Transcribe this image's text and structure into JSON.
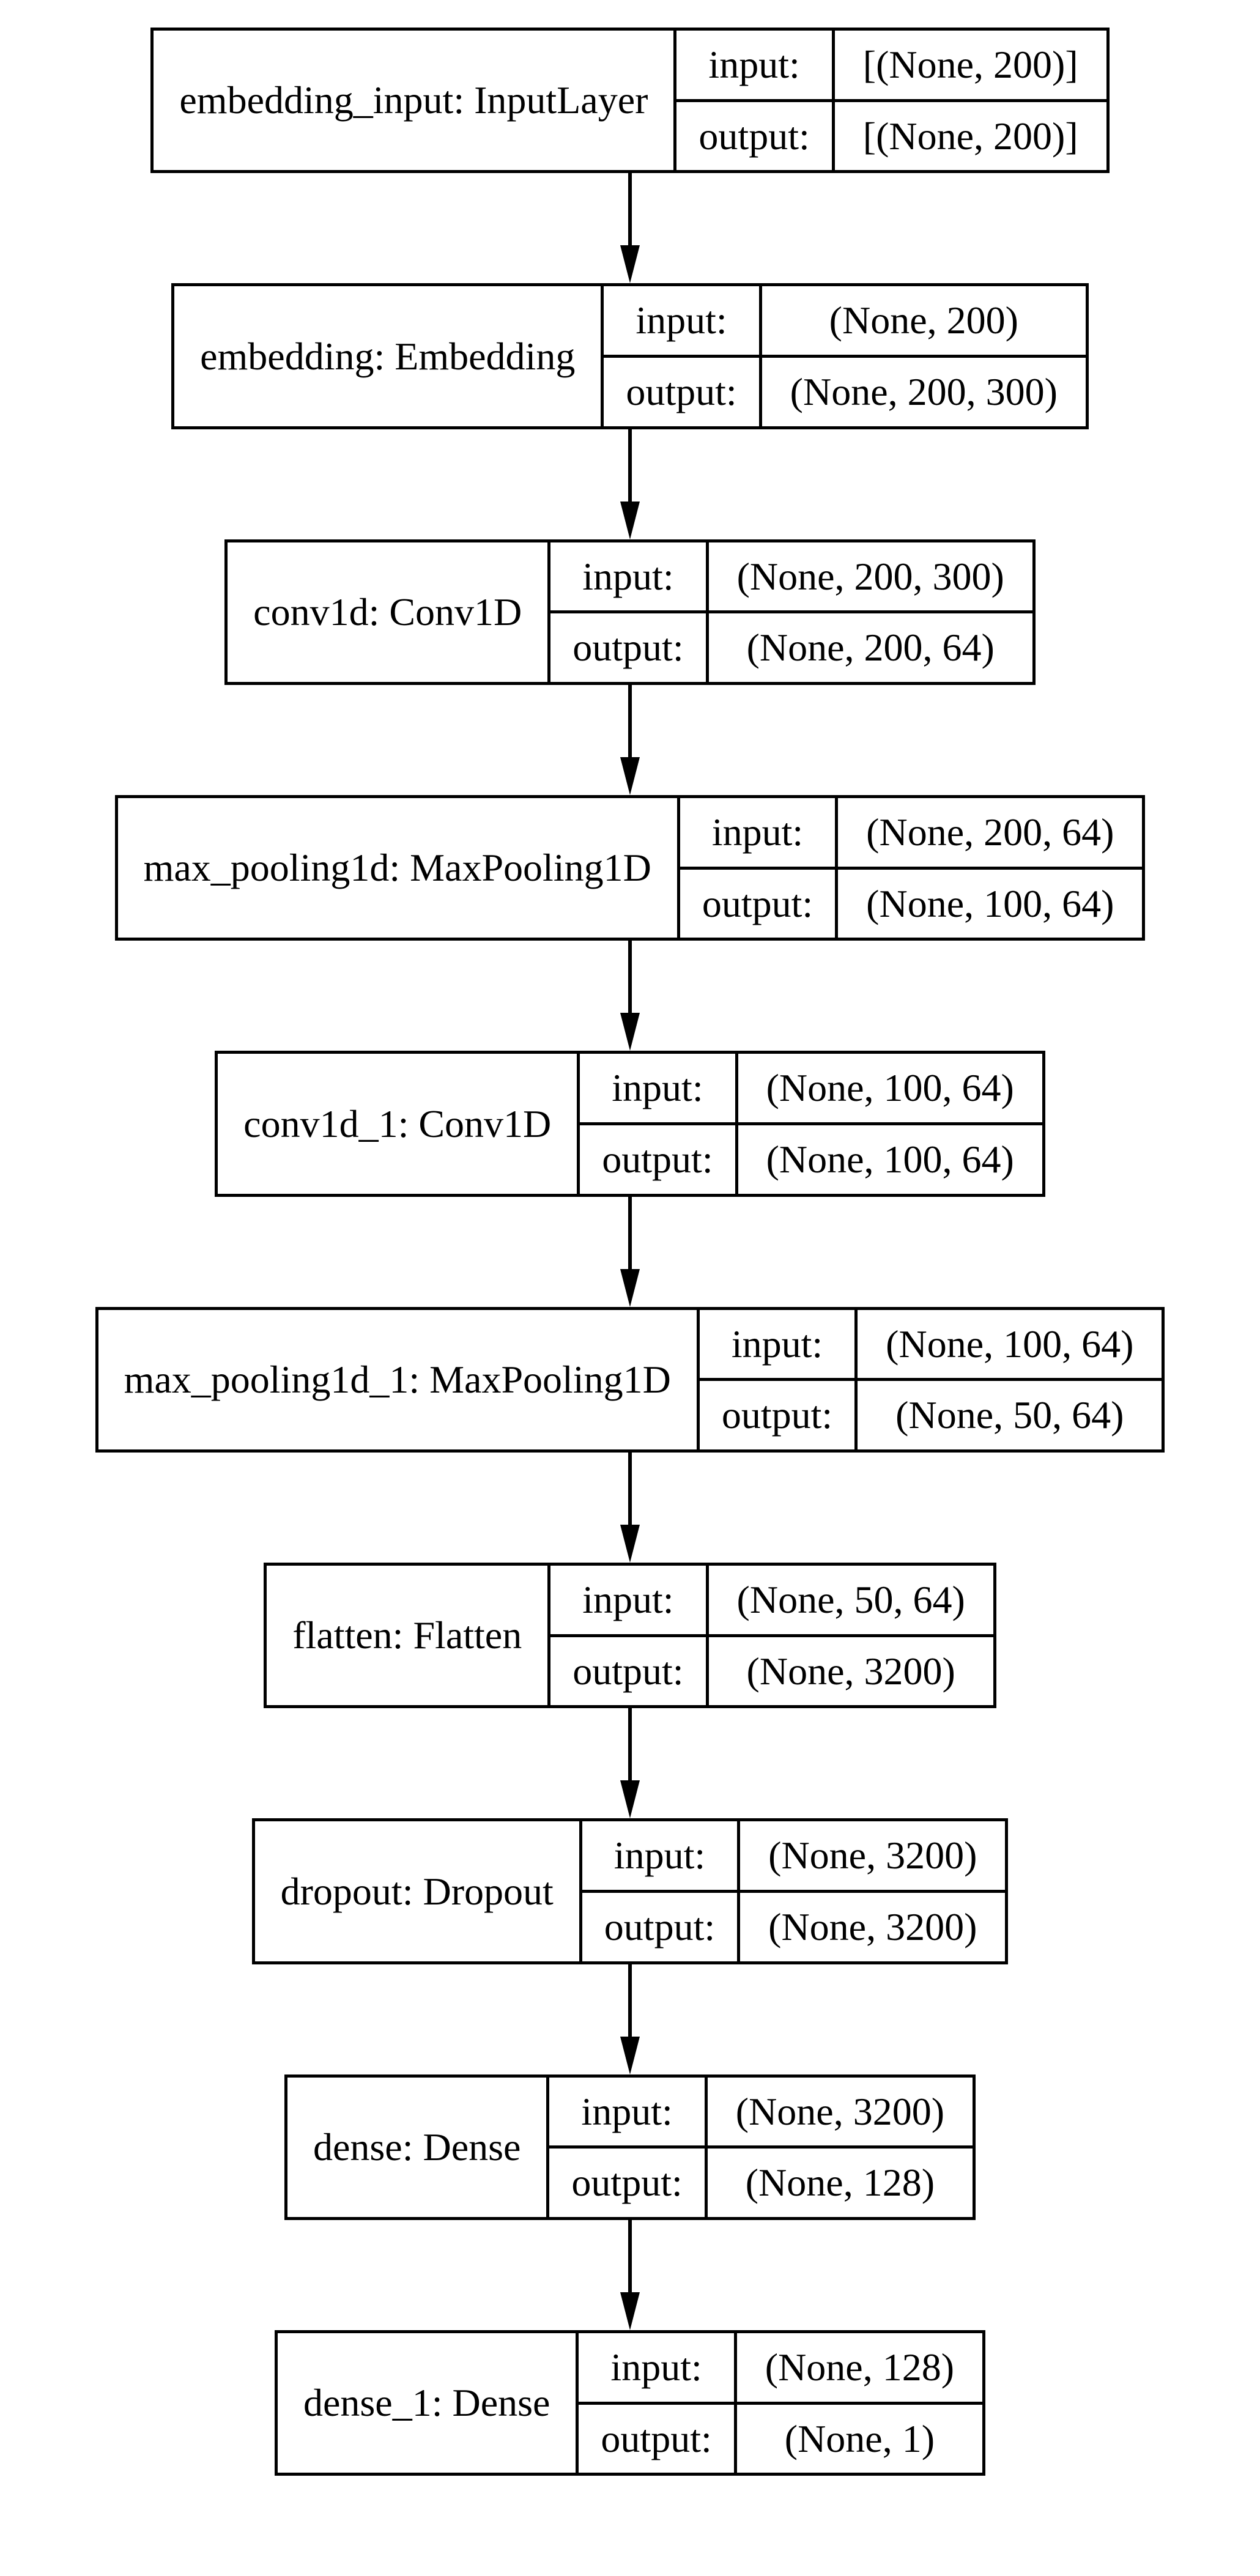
{
  "diagram": {
    "background_color": "#ffffff",
    "line_color": "#000000",
    "io_labels": {
      "input_label": "input:",
      "output_label": "output:"
    },
    "layers": [
      {
        "name": "embedding_input: InputLayer",
        "input": "[(None, 200)]",
        "output": "[(None, 200)]"
      },
      {
        "name": "embedding: Embedding",
        "input": "(None, 200)",
        "output": "(None, 200, 300)"
      },
      {
        "name": "conv1d: Conv1D",
        "input": "(None, 200, 300)",
        "output": "(None, 200, 64)"
      },
      {
        "name": "max_pooling1d: MaxPooling1D",
        "input": "(None, 200, 64)",
        "output": "(None, 100, 64)"
      },
      {
        "name": "conv1d_1: Conv1D",
        "input": "(None, 100, 64)",
        "output": "(None, 100, 64)"
      },
      {
        "name": "max_pooling1d_1: MaxPooling1D",
        "input": "(None, 100, 64)",
        "output": "(None, 50, 64)"
      },
      {
        "name": "flatten: Flatten",
        "input": "(None, 50, 64)",
        "output": "(None, 3200)"
      },
      {
        "name": "dropout: Dropout",
        "input": "(None, 3200)",
        "output": "(None, 3200)"
      },
      {
        "name": "dense: Dense",
        "input": "(None, 3200)",
        "output": "(None, 128)"
      },
      {
        "name": "dense_1: Dense",
        "input": "(None, 128)",
        "output": "(None, 1)"
      }
    ]
  }
}
